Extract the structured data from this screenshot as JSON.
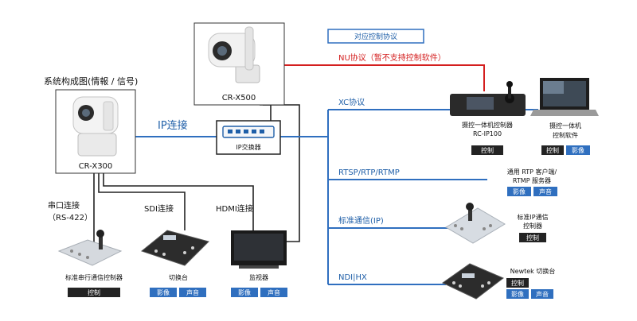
{
  "title": "系统构成图(情報 / 信号)",
  "legend_box": "对应控制协议",
  "colors": {
    "blue": "#2f6fbf",
    "red": "#d41f1f",
    "dark": "#202020",
    "badge_dark": "#232323"
  },
  "cameras": {
    "x500": "CR-X500",
    "x300": "CR-X300"
  },
  "switch": {
    "label": "IP交换器",
    "ip_link": "IP连接"
  },
  "protocols": {
    "nu": "NU协议（暂不支持控制软件）",
    "xc": "XC协议",
    "rtsp": "RTSP/RTP/RTMP",
    "standard_ip": "标准通信(IP)",
    "ndi": "NDI|HX"
  },
  "devices": {
    "rc_ip100": {
      "line1": "摄控一体机控制器",
      "line2": "RC-IP100",
      "badges": [
        "控制"
      ]
    },
    "software": {
      "line1": "摄控一体机",
      "line2": "控制软件",
      "badges": [
        "控制",
        "影像"
      ]
    },
    "rtp_client": {
      "line1": "通用 RTP 客户端/",
      "line2": "RTMP 服务器",
      "badges": [
        "影像",
        "声音"
      ]
    },
    "ip_controller": {
      "line1": "标准IP通信",
      "line2": "控制器",
      "badges": [
        "控制"
      ]
    },
    "newtek": {
      "line1": "Newtek 切换台",
      "badges": [
        "控制",
        "影像",
        "声音"
      ]
    },
    "serial_controller": {
      "line1": "标准串行通信控制器",
      "badges": [
        "控制"
      ]
    },
    "switcher": {
      "line1": "切换台",
      "badges": [
        "影像",
        "声音"
      ]
    },
    "monitor": {
      "line1": "监视器",
      "badges": [
        "影像",
        "声音"
      ]
    }
  },
  "links": {
    "serial": "串口连接",
    "serial_sub": "（RS-422）",
    "sdi": "SDI连接",
    "hdmi": "HDMI连接"
  }
}
